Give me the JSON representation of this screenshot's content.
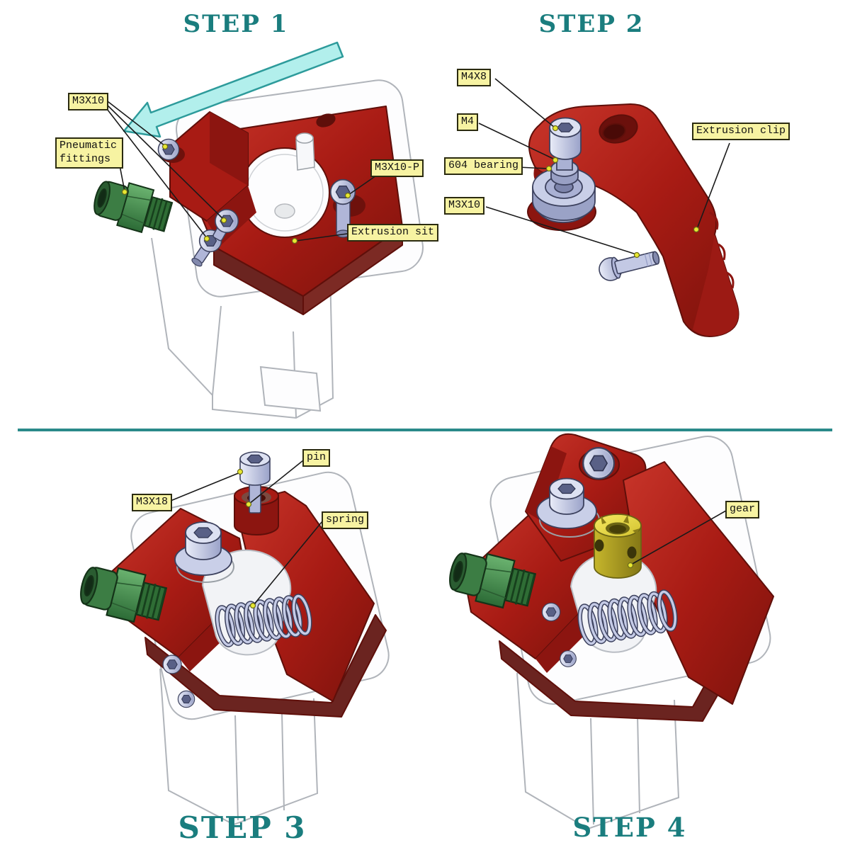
{
  "steps": [
    {
      "title": "STEP 1",
      "labels": {
        "m3x10": "M3X10",
        "pneumatic_fittings": "Pneumatic fittings",
        "m3x10_p": "M3X10-P",
        "extrusion_sit": "Extrusion sit"
      }
    },
    {
      "title": "STEP 2",
      "labels": {
        "m4x8": "M4X8",
        "m4": "M4",
        "bearing_604": "604 bearing",
        "m3x10": "M3X10",
        "extrusion_clip": "Extrusion clip"
      }
    },
    {
      "title": "STEP 3",
      "labels": {
        "pin": "pin",
        "m3x18": "M3X18",
        "spring": "spring"
      }
    },
    {
      "title": "STEP 4",
      "labels": {
        "gear": "gear"
      }
    }
  ],
  "colors": {
    "background": "#ffffff",
    "step_title": "#1a7d7e",
    "divider": "#2a8a8a",
    "label_background": "#f7f3a2",
    "label_border": "#2b2b10",
    "label_text": "#111111",
    "leader_line": "#1a1a1a",
    "leader_dot": "#e8e832",
    "part_red": "#a81b14",
    "part_green": "#3e8c48",
    "part_silver": "#c9cfe8",
    "part_brass": "#d8c634",
    "arrow_cyan": "#b2efec",
    "outline_gray": "#b0b4ba"
  }
}
